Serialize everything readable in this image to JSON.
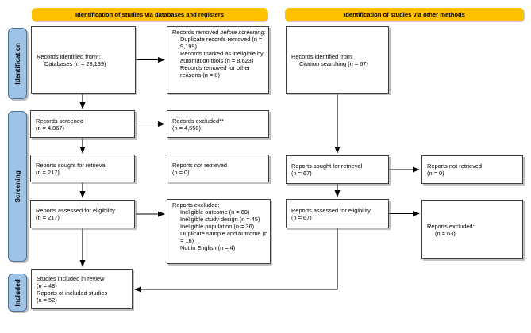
{
  "banners": {
    "databases": "Identification of studies via databases and registers",
    "other": "Identification of studies via other methods"
  },
  "stages": [
    {
      "label": "Identification"
    },
    {
      "label": "Screening"
    },
    {
      "label": "Included"
    }
  ],
  "colors": {
    "banner": "#FFC000",
    "stage_fill": "#9DC3E6",
    "box_border": "#3F3F3F",
    "arrow": "#000000"
  },
  "boxes": {
    "records_identified_databases": {
      "lines": [
        {
          "text": "Records identified from*:"
        },
        {
          "text": "Databases (n = 23,139)",
          "indent": true
        }
      ]
    },
    "records_removed_before_screening": {
      "lines": [
        {
          "segments": [
            {
              "text": "Records removed "
            },
            {
              "text": "before screening:",
              "italic": true
            }
          ]
        },
        {
          "text": "Duplicate records removed (n = 9,199)",
          "indent": true
        },
        {
          "text": "Records marked as ineligible by automation tools (n = 8,623)",
          "indent": true
        },
        {
          "text": "Records removed for other reasons (n = 0)",
          "indent": true
        }
      ]
    },
    "records_screened": {
      "lines": [
        {
          "text": "Records screened"
        },
        {
          "text": "(n = 4,867)"
        }
      ]
    },
    "records_excluded": {
      "lines": [
        {
          "text": "Records excluded**"
        },
        {
          "text": "(n = 4,650)"
        }
      ]
    },
    "reports_sought_databases": {
      "lines": [
        {
          "text": "Reports sought for retrieval"
        },
        {
          "text": "(n = 217)"
        }
      ]
    },
    "reports_not_retrieved_databases": {
      "lines": [
        {
          "text": "Reports not retrieved"
        },
        {
          "text": "(n = 0)"
        }
      ]
    },
    "reports_assessed_databases": {
      "lines": [
        {
          "text": "Reports assessed for eligibility"
        },
        {
          "text": "(n = 217)"
        }
      ]
    },
    "reports_excluded_databases": {
      "lines": [
        {
          "text": "Reports excluded:"
        },
        {
          "text": "Ineligible outcome (n = 68)",
          "indent": true
        },
        {
          "text": "Ineligible study design (n = 45)",
          "indent": true
        },
        {
          "text": "Ineligible population (n = 36)",
          "indent": true
        },
        {
          "text": "Duplicate sample and outcome (n = 16)",
          "indent": true
        },
        {
          "text": "Not in English (n = 4)",
          "indent": true
        }
      ]
    },
    "studies_included": {
      "lines": [
        {
          "text": "Studies included in review"
        },
        {
          "text": "(n = 48)"
        },
        {
          "text": "Reports of included studies"
        },
        {
          "text": "(n = 52)"
        }
      ]
    },
    "records_identified_other": {
      "lines": [
        {
          "text": "Records identified from:"
        },
        {
          "text": "Citation searching (n = 67)",
          "indent": true
        }
      ]
    },
    "reports_sought_other": {
      "lines": [
        {
          "text": "Reports sought for retrieval"
        },
        {
          "text": "(n = 67)"
        }
      ]
    },
    "reports_not_retrieved_other": {
      "lines": [
        {
          "text": "Reports not retrieved"
        },
        {
          "text": "(n = 0)"
        }
      ]
    },
    "reports_assessed_other": {
      "lines": [
        {
          "text": "Reports assessed for eligibility"
        },
        {
          "text": "(n = 67)"
        }
      ]
    },
    "reports_excluded_other": {
      "lines": [
        {
          "text": "Reports excluded:"
        },
        {
          "text": "(n = 63)",
          "indent": true
        }
      ]
    }
  }
}
